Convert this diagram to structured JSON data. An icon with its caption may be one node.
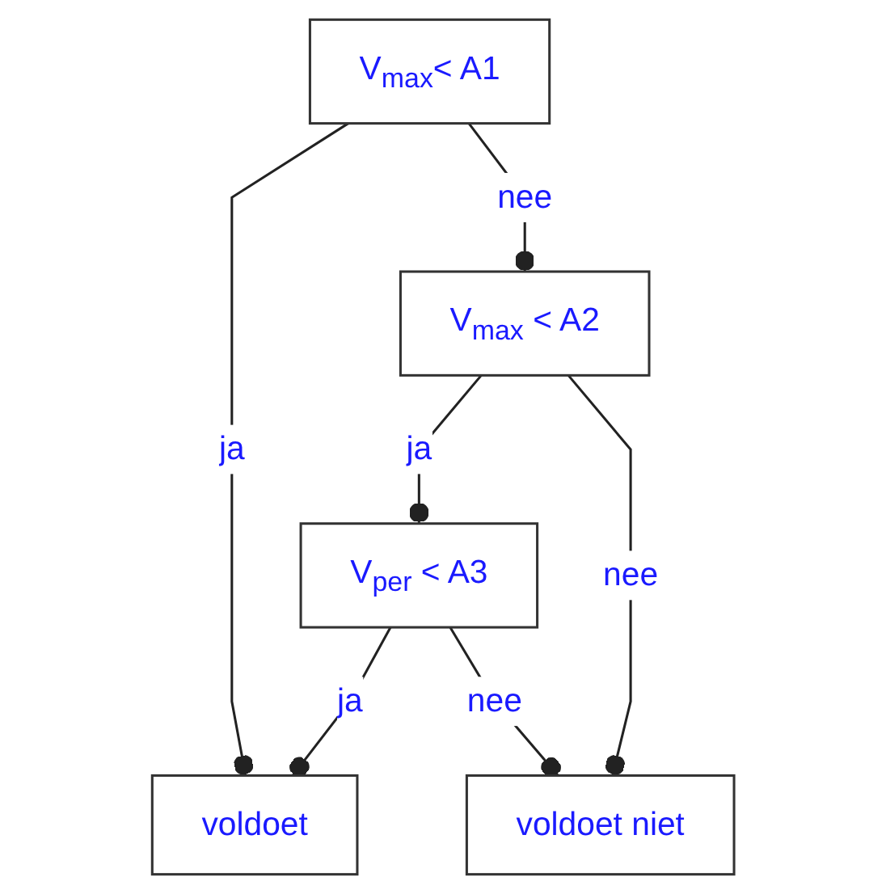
{
  "diagram": {
    "nodes": [
      {
        "text": [
          "V$_{max}$< A1"
        ]
      },
      {
        "text": [
          "voldoet"
        ]
      },
      {
        "text": [
          "V$_{max}$ < A2"
        ]
      },
      {
        "text": [
          "V$_{per}$ < A3"
        ]
      },
      {
        "text": [
          "voldoet niet"
        ]
      }
    ],
    "edges": [
      {
        "from": 0,
        "to": 1,
        "arrow": "other",
        "label": "ja"
      },
      {
        "from": 0,
        "to": 2,
        "arrow": "other",
        "label": "nee"
      },
      {
        "from": 2,
        "to": 3,
        "arrow": "other",
        "label": "ja"
      },
      {
        "from": 2,
        "to": 4,
        "arrow": "other",
        "label": "nee"
      },
      {
        "from": 3,
        "to": 1,
        "arrow": "other",
        "label": "ja"
      },
      {
        "from": 3,
        "to": 4,
        "arrow": "other",
        "label": "nee"
      }
    ]
  }
}
